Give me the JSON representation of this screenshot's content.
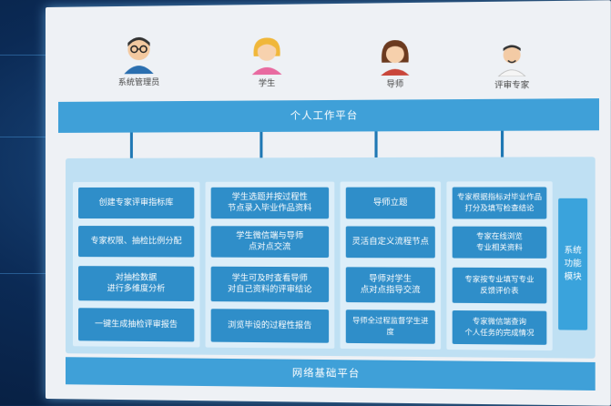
{
  "roles": [
    {
      "label": "系统管理员"
    },
    {
      "label": "学生"
    },
    {
      "label": "导师"
    },
    {
      "label": "评审专家"
    }
  ],
  "top_platform": "个人工作平台",
  "bottom_platform": "网络基础平台",
  "side_label": "系统\n功能\n模块",
  "columns": [
    [
      "创建专家评审指标库",
      "专家权限、抽检比例分配",
      "对抽检数据\n进行多维度分析",
      "一键生成抽检评审报告"
    ],
    [
      "学生选题并按过程性\n节点录入毕业作品资料",
      "学生微信端与导师\n点对点交流",
      "学生可及时查看导师\n对自己资料的评审结论",
      "浏览毕设的过程性报告"
    ],
    [
      "导师立题",
      "灵活自定义流程节点",
      "导师对学生\n点对点指导交流",
      "导师全过程监督学生进度"
    ],
    [
      "专家根据指标对毕业作品\n打分及填写检查结论",
      "专家在线浏览\n专业相关资料",
      "专家按专业填写专业\n反馈评价表",
      "专家微信端查询\n个人任务的完成情况"
    ]
  ],
  "colors": {
    "bar": "#3fa0d8",
    "cell": "#2f8ec9",
    "panel": "#bfe0f3",
    "arrow": "#1f78b4"
  }
}
